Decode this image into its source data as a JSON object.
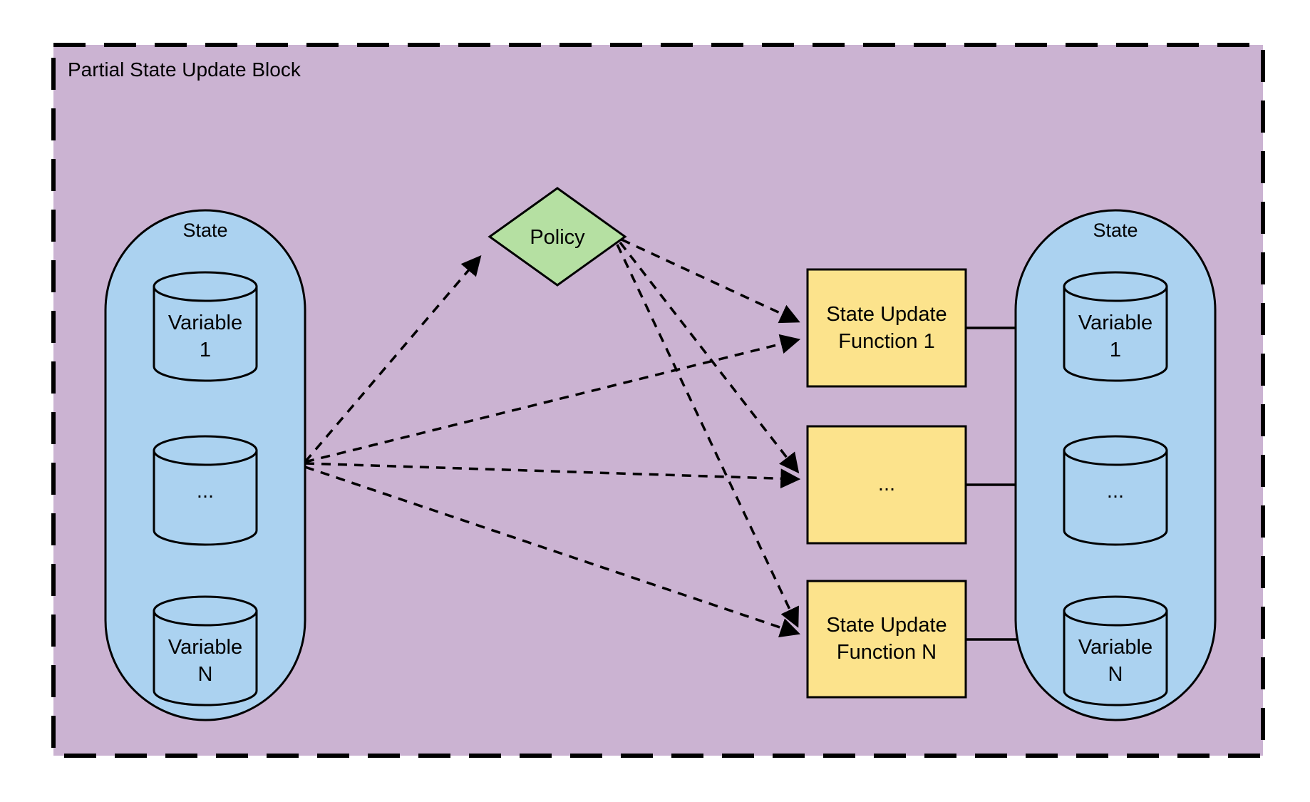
{
  "diagram": {
    "title": "Partial State Update Block",
    "left_state": {
      "label": "State",
      "variables": [
        {
          "line1": "Variable",
          "line2": "1"
        },
        {
          "line1": "...",
          "line2": ""
        },
        {
          "line1": "Variable",
          "line2": "N"
        }
      ]
    },
    "policy": {
      "label": "Policy"
    },
    "functions": [
      {
        "line1": "State Update",
        "line2": "Function 1"
      },
      {
        "line1": "...",
        "line2": ""
      },
      {
        "line1": "State Update",
        "line2": "Function N"
      }
    ],
    "right_state": {
      "label": "State",
      "variables": [
        {
          "line1": "Variable",
          "line2": "1"
        },
        {
          "line1": "...",
          "line2": ""
        },
        {
          "line1": "Variable",
          "line2": "N"
        }
      ]
    },
    "colors": {
      "background": "#CBB3D2",
      "state_fill": "#ABD2F0",
      "policy_fill": "#B5E0A2",
      "function_fill": "#FCE38C",
      "stroke": "#000000"
    }
  }
}
